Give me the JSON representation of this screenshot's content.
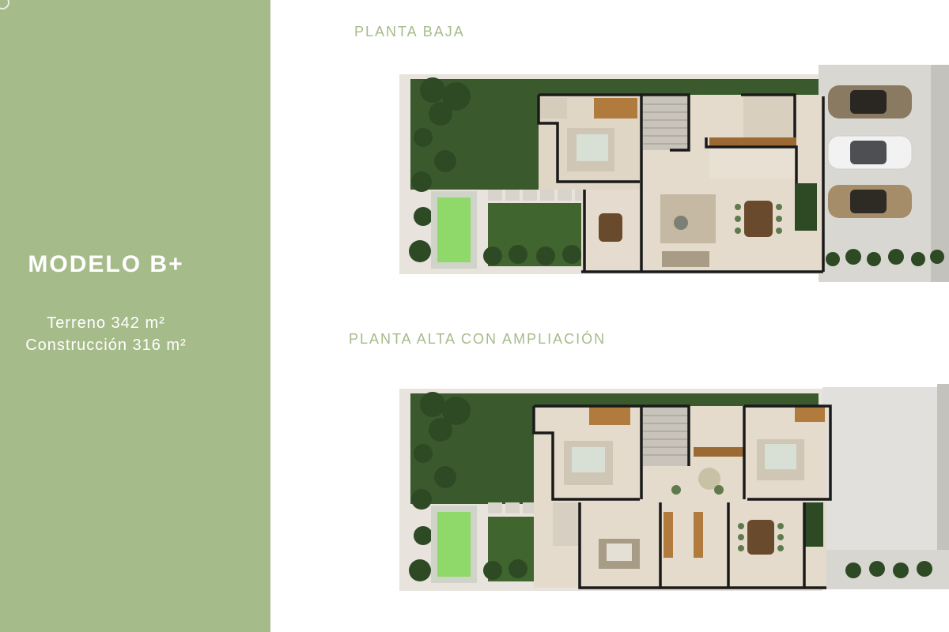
{
  "model": {
    "title": "MODELO B+",
    "land": "Terreno 342 m²",
    "construction": "Construcción 316 m²"
  },
  "plans": {
    "ground_floor_label": "PLANTA BAJA",
    "upper_floor_label": "PLANTA ALTA CON AMPLIACIÓN"
  },
  "colors": {
    "accent": "#a6bb8a",
    "lawn": "#3a5a2e",
    "floor": "#e2d7c6",
    "wall": "#1a1a1a",
    "pool": "#8fd96a"
  }
}
